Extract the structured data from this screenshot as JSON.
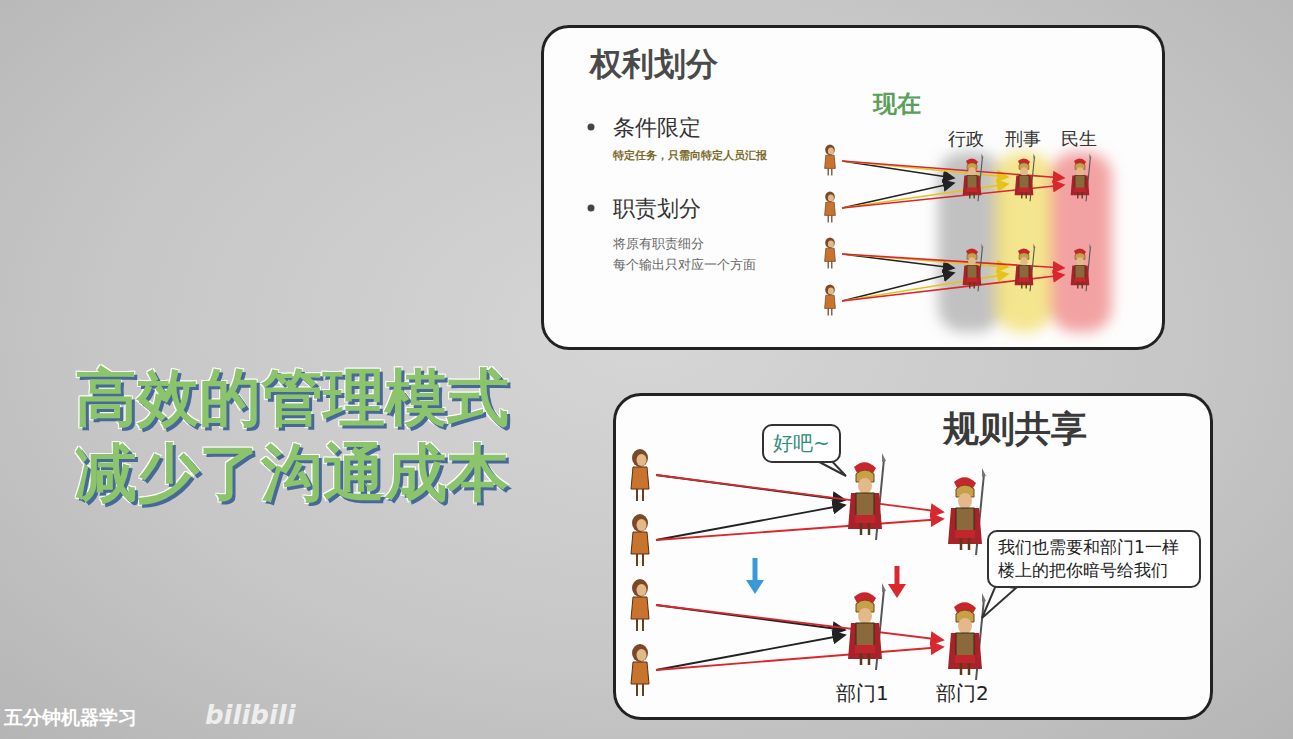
{
  "diagram": {
    "title": "高效的管理模式 减少了沟通成本",
    "nodes": [
      {
        "text": [
          "权利划分",
          "条件限定",
          "特定任务，只需向特定人员汇报",
          "职责划分",
          "将原有职责细分 每个输出只对应一个方面"
        ]
      },
      {
        "text": [
          "规则共享"
        ]
      },
      {
        "text": [
          "好吧~"
        ],
        "in": 1
      },
      {
        "text": [
          "我们也需要和部门1一样 楼上的把你暗号给我们"
        ],
        "in": 1
      }
    ],
    "labels": [
      "现在",
      "行政",
      "刑事",
      "民生",
      "部门1",
      "部门2",
      "五分钟机器学习",
      "bilibili"
    ]
  }
}
